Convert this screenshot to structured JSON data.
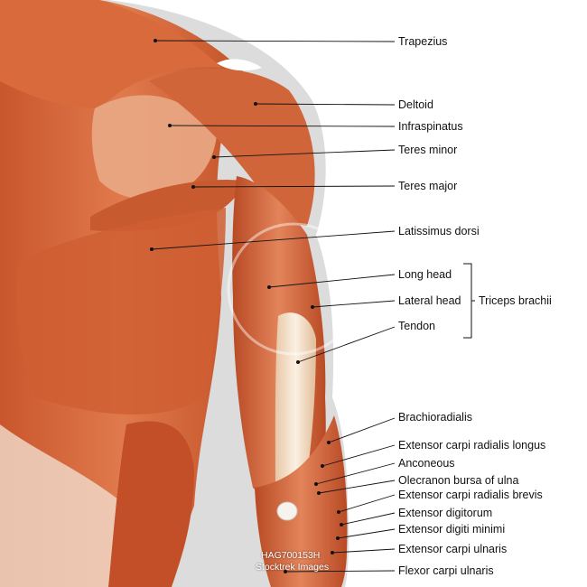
{
  "labels": [
    {
      "id": "trapezius",
      "text": "Trapezius"
    },
    {
      "id": "deltoid",
      "text": "Deltoid"
    },
    {
      "id": "infraspinatus",
      "text": "Infraspinatus"
    },
    {
      "id": "teres-minor",
      "text": "Teres minor"
    },
    {
      "id": "teres-major",
      "text": "Teres major"
    },
    {
      "id": "latissimus-dorsi",
      "text": "Latissimus dorsi"
    },
    {
      "id": "long-head",
      "text": "Long head"
    },
    {
      "id": "lateral-head",
      "text": "Lateral head"
    },
    {
      "id": "tendon",
      "text": "Tendon"
    },
    {
      "id": "brachioradialis",
      "text": "Brachioradialis"
    },
    {
      "id": "extensor-carpi-radialis-longus",
      "text": "Extensor carpi radialis longus"
    },
    {
      "id": "anconeous",
      "text": "Anconeous"
    },
    {
      "id": "olecranon-bursa",
      "text": "Olecranon bursa of ulna"
    },
    {
      "id": "extensor-carpi-radialis-brevis",
      "text": "Extensor carpi radialis brevis"
    },
    {
      "id": "extensor-digitorum",
      "text": "Extensor digitorum"
    },
    {
      "id": "extensor-digiti-minimi",
      "text": "Extensor digiti minimi"
    },
    {
      "id": "extensor-carpi-ulnaris",
      "text": "Extensor carpi ulnaris"
    },
    {
      "id": "flexor-carpi-ulnaris",
      "text": "Flexor carpi ulnaris"
    }
  ],
  "group": {
    "text": "Triceps brachii"
  },
  "watermark": {
    "line1": "HAG700153H",
    "line2": "Stocktrek Images"
  },
  "colors": {
    "muscle": "#d9663a",
    "muscle_dark": "#a8401f",
    "tendon": "#f0dcc2",
    "leader": "#111111",
    "outline": "#d8d8d8"
  }
}
